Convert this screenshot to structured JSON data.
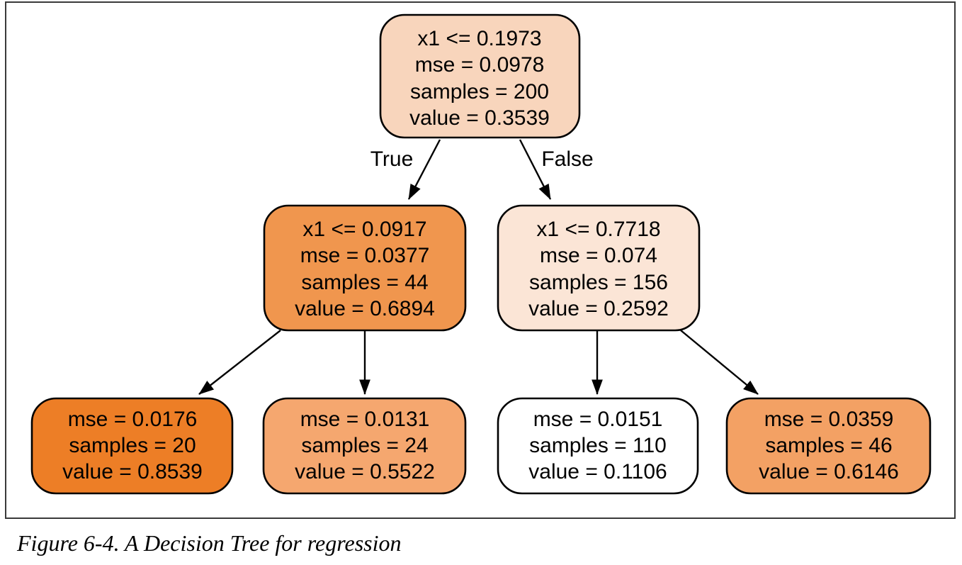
{
  "figure": {
    "caption": "Figure 6-4. A Decision Tree for regression"
  },
  "edge_labels": {
    "true_label": "True",
    "false_label": "False"
  },
  "colors": {
    "node_border": "#000000",
    "frame_border": "#3a3a3a",
    "arrow": "#000000"
  },
  "tree": {
    "nodes": [
      {
        "id": "root",
        "fill": "#f8d5bc",
        "lines": [
          "x1 <= 0.1973",
          "mse = 0.0978",
          "samples = 200",
          "value = 0.3539"
        ]
      },
      {
        "id": "left-child",
        "fill": "#f0964e",
        "lines": [
          "x1 <= 0.0917",
          "mse = 0.0377",
          "samples = 44",
          "value = 0.6894"
        ]
      },
      {
        "id": "right-child",
        "fill": "#fbe5d6",
        "lines": [
          "x1 <= 0.7718",
          "mse = 0.074",
          "samples = 156",
          "value = 0.2592"
        ]
      },
      {
        "id": "leaf-1",
        "fill": "#ed7e26",
        "lines": [
          "mse = 0.0176",
          "samples = 20",
          "value = 0.8539"
        ]
      },
      {
        "id": "leaf-2",
        "fill": "#f5a76f",
        "lines": [
          "mse = 0.0131",
          "samples = 24",
          "value = 0.5522"
        ]
      },
      {
        "id": "leaf-3",
        "fill": "#ffffff",
        "lines": [
          "mse = 0.0151",
          "samples = 110",
          "value = 0.1106"
        ]
      },
      {
        "id": "leaf-4",
        "fill": "#f3a164",
        "lines": [
          "mse = 0.0359",
          "samples = 46",
          "value = 0.6146"
        ]
      }
    ]
  }
}
